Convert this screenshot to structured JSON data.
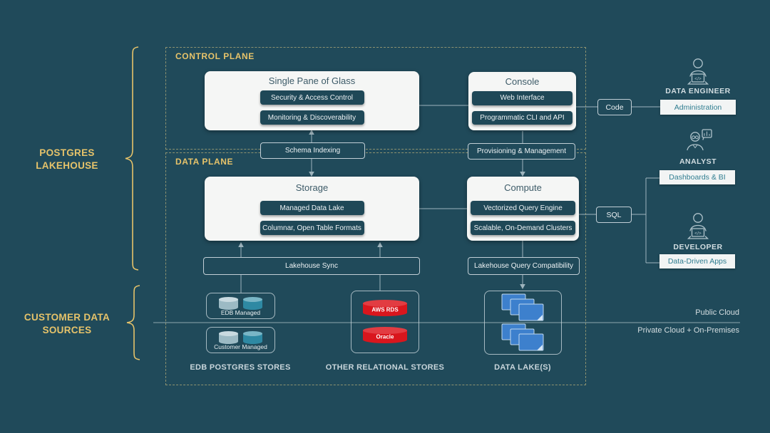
{
  "colors": {
    "background": "#204A5A",
    "accent_yellow": "#E6C36A",
    "panel_white": "#F5F6F5",
    "teal_link_text": "#2F7D90",
    "connector_line": "#9EB4BD",
    "db_red": "#D9161D",
    "lake_blue": "#3D80CD"
  },
  "left_labels": {
    "postgres_lakehouse": "POSTGRES LAKEHOUSE",
    "customer_data_sources": "CUSTOMER DATA SOURCES"
  },
  "control_plane": {
    "label": "CONTROL PLANE",
    "single_pane": {
      "title": "Single Pane of Glass",
      "items": [
        "Security & Access Control",
        "Monitoring & Discoverability"
      ]
    },
    "console": {
      "title": "Console",
      "items": [
        "Web Interface",
        "Programmatic CLI and API"
      ]
    },
    "schema_indexing": "Schema Indexing",
    "provisioning": "Provisioning & Management"
  },
  "data_plane": {
    "label": "DATA PLANE",
    "storage": {
      "title": "Storage",
      "items": [
        "Managed Data Lake",
        "Columnar, Open Table Formats"
      ]
    },
    "compute": {
      "title": "Compute",
      "items": [
        "Vectorized Query Engine",
        "Scalable, On-Demand Clusters"
      ]
    },
    "lakehouse_sync": "Lakehouse Sync",
    "lakehouse_query_compat": "Lakehouse Query Compatibility"
  },
  "interfaces": {
    "code": "Code",
    "sql": "SQL"
  },
  "personas": [
    {
      "role": "DATA ENGINEER",
      "app": "Administration",
      "icon": "engineer-laptop-icon"
    },
    {
      "role": "ANALYST",
      "app": "Dashboards & BI",
      "icon": "analyst-chart-icon"
    },
    {
      "role": "DEVELOPER",
      "app": "Data-Driven Apps",
      "icon": "developer-laptop-icon"
    }
  ],
  "sources": {
    "edb": {
      "label": "EDB POSTGRES STORES",
      "boxes": [
        "EDB Managed",
        "Customer Managed"
      ],
      "icon": "database-cylinder-icon"
    },
    "relational": {
      "label": "OTHER RELATIONAL STORES",
      "dbs": [
        "AWS RDS",
        "Oracle"
      ],
      "icon": "database-cylinder-icon"
    },
    "datalake": {
      "label": "DATA LAKE(S)",
      "icon": "file-stack-icon"
    }
  },
  "deployment": {
    "public": "Public Cloud",
    "private": "Private Cloud + On-Premises"
  }
}
